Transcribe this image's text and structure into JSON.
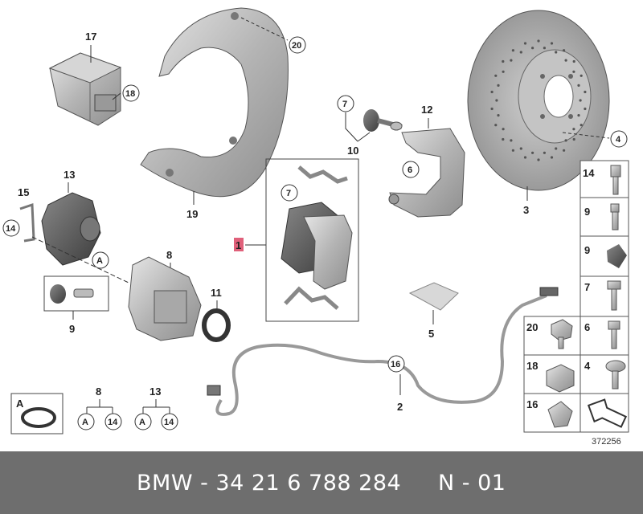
{
  "labels": {
    "c1": "1",
    "c2": "2",
    "c3": "3",
    "c4": "4",
    "c5": "5",
    "c6": "6",
    "c7": "7",
    "c8": "8",
    "c9": "9",
    "c10": "10",
    "c11": "11",
    "c12": "12",
    "c13": "13",
    "c14": "14",
    "c15": "15",
    "c16": "16",
    "c17": "17",
    "c18": "18",
    "c19": "19",
    "c20": "20",
    "a": "A"
  },
  "ref_number": "372256",
  "footer": {
    "part_number": "BMW - 34 21 6 788 284",
    "revision": "N - 01"
  },
  "colors": {
    "footer_bg": "#6e6e6e",
    "part_gray": "#b8b8b8",
    "highlight": "#e0607a"
  }
}
